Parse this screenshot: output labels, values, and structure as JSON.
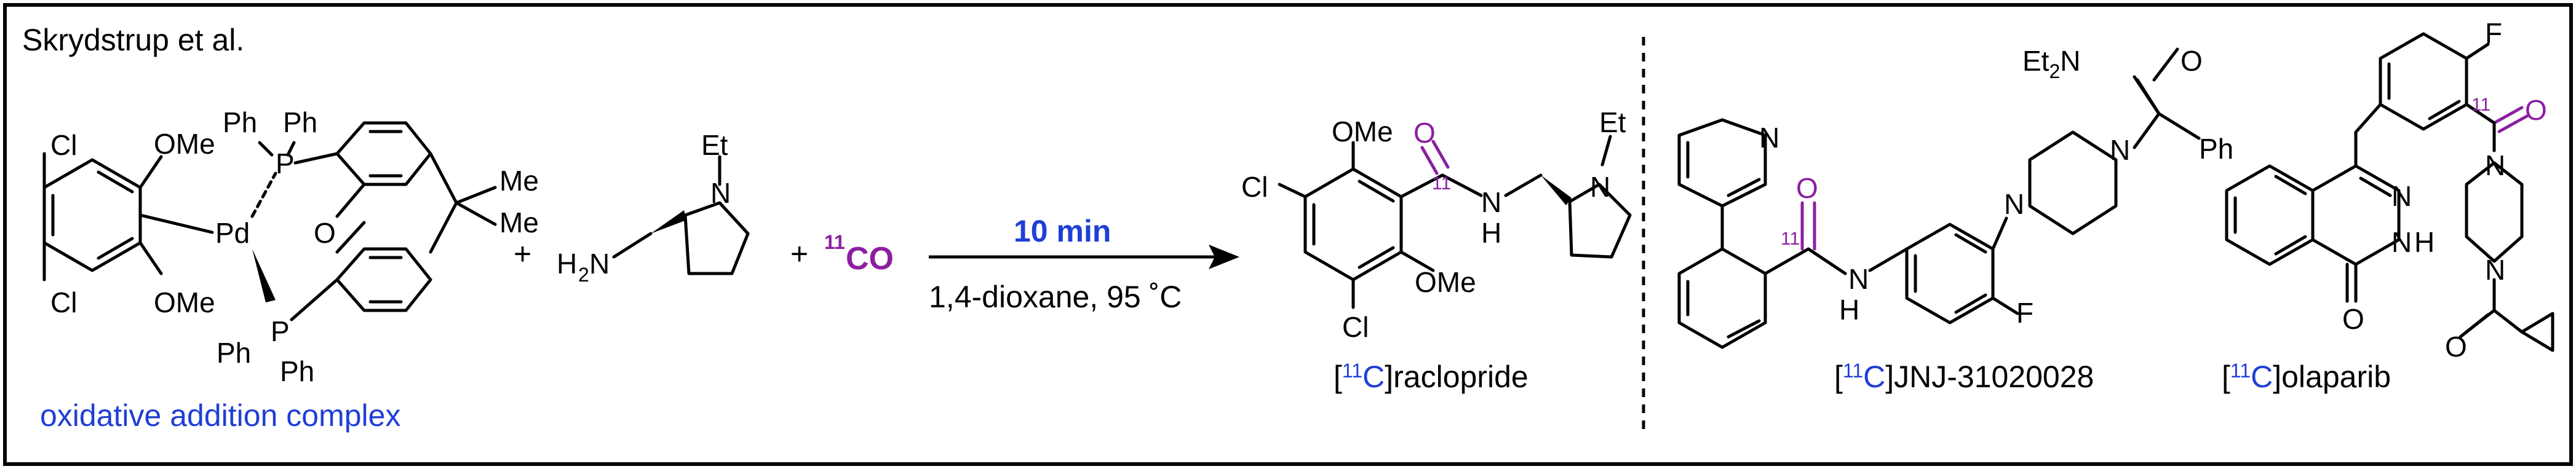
{
  "credit": "Skrydstrup et al.",
  "atoms": {
    "cl": "Cl",
    "ome": "OMe",
    "ph": "Ph",
    "p": "P",
    "pd": "Pd",
    "o": "O",
    "me": "Me",
    "et": "Et",
    "n": "N",
    "h": "H",
    "h2n_h": "H",
    "h2n_sub": "2",
    "h2n_n": "N",
    "nh_n": "N",
    "nh_h": "H",
    "f": "F",
    "et2n_et": "Et",
    "et2n_sub": "2",
    "et2n_n": "N",
    "iso11": "11"
  },
  "reaction": {
    "plus": "+",
    "co_mass": "11",
    "co_label": "CO",
    "time": "10 min",
    "conditions": "1,4-dioxane, 95 ˚C"
  },
  "labels": {
    "complex": "oxidative addition complex",
    "raclopride_pre": "[",
    "raclopride_iso": "11",
    "raclopride_c": "C",
    "raclopride_post": "]raclopride",
    "jnj_pre": "[",
    "jnj_iso": "11",
    "jnj_c": "C",
    "jnj_post": "]JNJ-31020028",
    "olap_pre": "[",
    "olap_iso": "11",
    "olap_c": "C",
    "olap_post": "]olaparib"
  },
  "colors": {
    "border": "#000000",
    "isotope_purple": "#8b1fa0",
    "highlight_blue": "#1f3fd6"
  }
}
